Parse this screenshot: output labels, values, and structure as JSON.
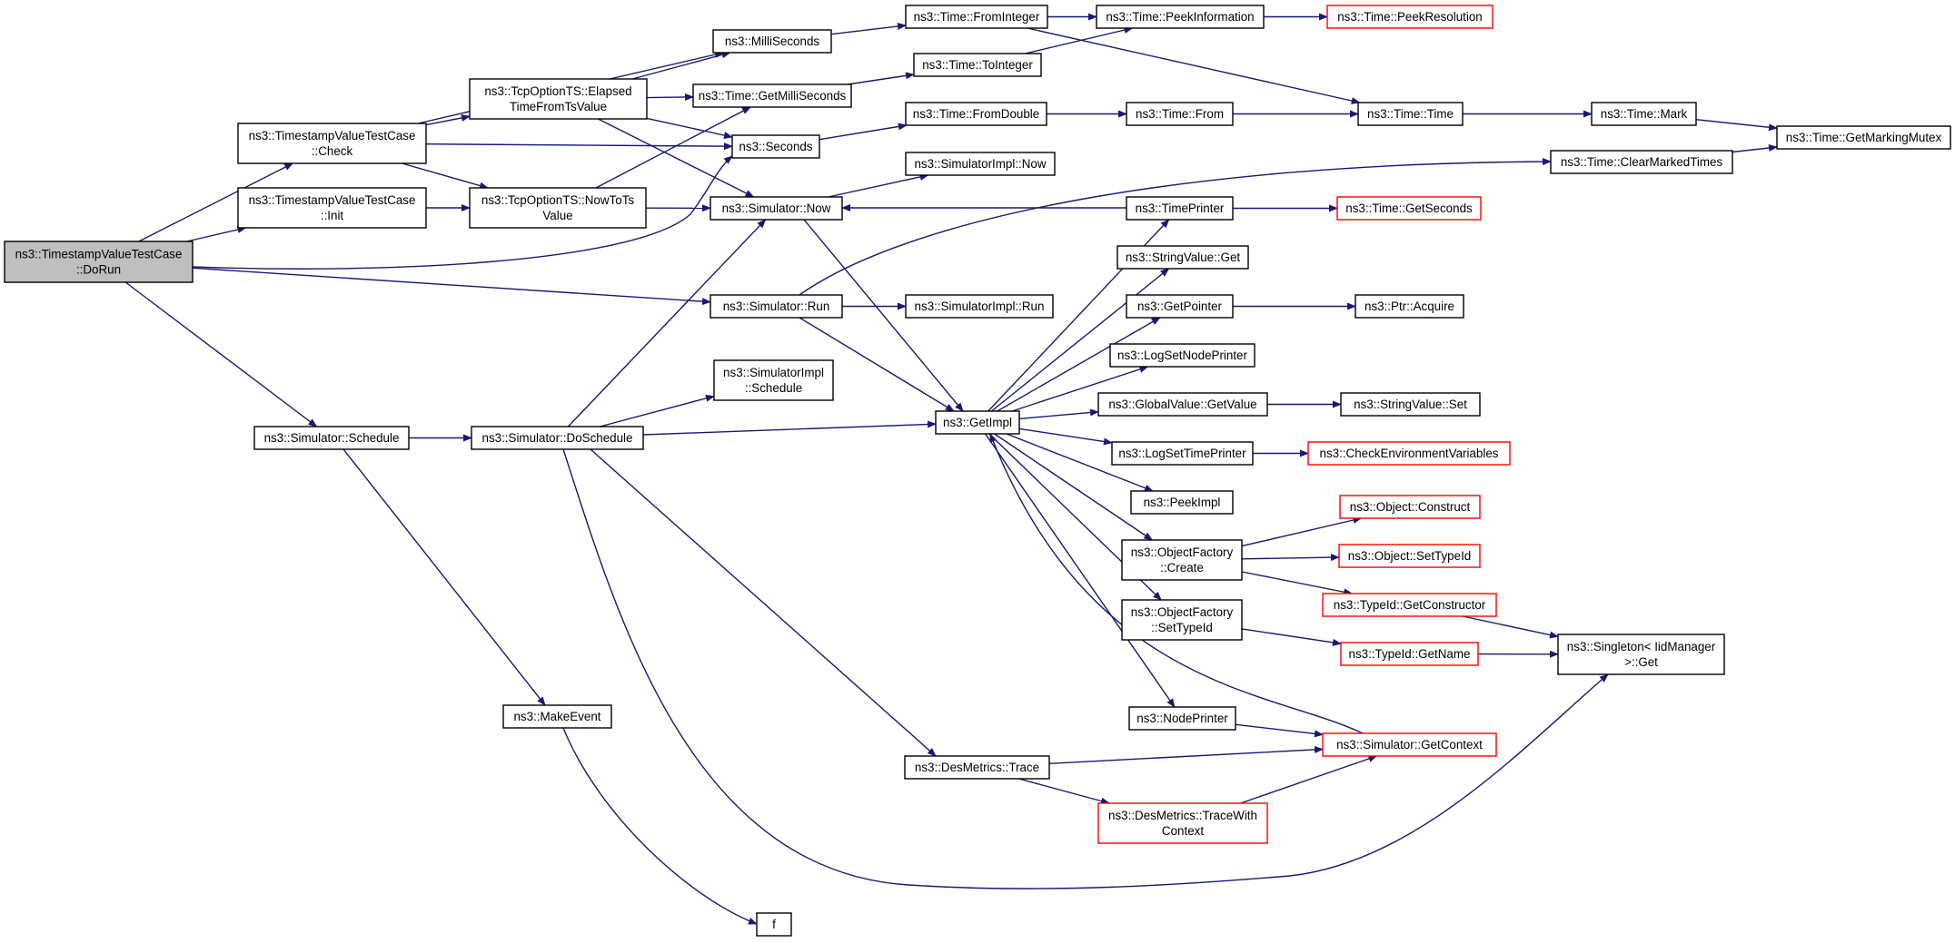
{
  "graph": {
    "colors": {
      "edge": "#191970",
      "root_fill": "#bfbfbf",
      "red_border": "#ff0000"
    },
    "nodes": [
      {
        "id": "dorun",
        "lines": [
          "ns3::TimestampValueTestCase",
          "::DoRun"
        ],
        "kind": "root"
      },
      {
        "id": "check",
        "lines": [
          "ns3::TimestampValueTestCase",
          "::Check"
        ]
      },
      {
        "id": "init",
        "lines": [
          "ns3::TimestampValueTestCase",
          "::Init"
        ]
      },
      {
        "id": "schedule",
        "lines": [
          "ns3::Simulator::Schedule"
        ]
      },
      {
        "id": "elapsed",
        "lines": [
          "ns3::TcpOptionTS::Elapsed",
          "TimeFromTsValue"
        ]
      },
      {
        "id": "nowtots",
        "lines": [
          "ns3::TcpOptionTS::NowToTs",
          "Value"
        ]
      },
      {
        "id": "doschedule",
        "lines": [
          "ns3::Simulator::DoSchedule"
        ]
      },
      {
        "id": "makeevent",
        "lines": [
          "ns3::MakeEvent"
        ]
      },
      {
        "id": "milliseconds",
        "lines": [
          "ns3::MilliSeconds"
        ]
      },
      {
        "id": "getmilliseconds",
        "lines": [
          "ns3::Time::GetMilliSeconds"
        ]
      },
      {
        "id": "seconds",
        "lines": [
          "ns3::Seconds"
        ]
      },
      {
        "id": "simnow",
        "lines": [
          "ns3::Simulator::Now"
        ]
      },
      {
        "id": "simrun",
        "lines": [
          "ns3::Simulator::Run"
        ]
      },
      {
        "id": "implschedule",
        "lines": [
          "ns3::SimulatorImpl",
          "::Schedule"
        ]
      },
      {
        "id": "fromint",
        "lines": [
          "ns3::Time::FromInteger"
        ]
      },
      {
        "id": "toint",
        "lines": [
          "ns3::Time::ToInteger"
        ]
      },
      {
        "id": "fromdouble",
        "lines": [
          "ns3::Time::FromDouble"
        ]
      },
      {
        "id": "implnow",
        "lines": [
          "ns3::SimulatorImpl::Now"
        ]
      },
      {
        "id": "implrun",
        "lines": [
          "ns3::SimulatorImpl::Run"
        ]
      },
      {
        "id": "getimpl",
        "lines": [
          "ns3::GetImpl"
        ]
      },
      {
        "id": "destrace",
        "lines": [
          "ns3::DesMetrics::Trace"
        ]
      },
      {
        "id": "f",
        "lines": [
          "f"
        ]
      },
      {
        "id": "peekinfo",
        "lines": [
          "ns3::Time::PeekInformation"
        ]
      },
      {
        "id": "timefrom",
        "lines": [
          "ns3::Time::From"
        ]
      },
      {
        "id": "timeprinter",
        "lines": [
          "ns3::TimePrinter"
        ]
      },
      {
        "id": "strget",
        "lines": [
          "ns3::StringValue::Get"
        ]
      },
      {
        "id": "getpointer",
        "lines": [
          "ns3::GetPointer"
        ]
      },
      {
        "id": "lognodeprinter",
        "lines": [
          "ns3::LogSetNodePrinter"
        ]
      },
      {
        "id": "gvgetvalue",
        "lines": [
          "ns3::GlobalValue::GetValue"
        ]
      },
      {
        "id": "logtimeprinter",
        "lines": [
          "ns3::LogSetTimePrinter"
        ]
      },
      {
        "id": "peekimpl",
        "lines": [
          "ns3::PeekImpl"
        ]
      },
      {
        "id": "ofcreate",
        "lines": [
          "ns3::ObjectFactory",
          "::Create"
        ]
      },
      {
        "id": "ofsettypeid",
        "lines": [
          "ns3::ObjectFactory",
          "::SetTypeId"
        ]
      },
      {
        "id": "nodeprinter",
        "lines": [
          "ns3::NodePrinter"
        ]
      },
      {
        "id": "tracewithctx",
        "lines": [
          "ns3::DesMetrics::TraceWith",
          "Context"
        ],
        "kind": "red"
      },
      {
        "id": "peekres",
        "lines": [
          "ns3::Time::PeekResolution"
        ],
        "kind": "red"
      },
      {
        "id": "timetime",
        "lines": [
          "ns3::Time::Time"
        ]
      },
      {
        "id": "clearmarked",
        "lines": [
          "ns3::Time::ClearMarkedTimes"
        ]
      },
      {
        "id": "getseconds",
        "lines": [
          "ns3::Time::GetSeconds"
        ],
        "kind": "red"
      },
      {
        "id": "ptracquire",
        "lines": [
          "ns3::Ptr::Acquire"
        ]
      },
      {
        "id": "strset",
        "lines": [
          "ns3::StringValue::Set"
        ]
      },
      {
        "id": "checkenv",
        "lines": [
          "ns3::CheckEnvironmentVariables"
        ],
        "kind": "red"
      },
      {
        "id": "objconstruct",
        "lines": [
          "ns3::Object::Construct"
        ],
        "kind": "red"
      },
      {
        "id": "objsettypeid",
        "lines": [
          "ns3::Object::SetTypeId"
        ],
        "kind": "red"
      },
      {
        "id": "getconstructor",
        "lines": [
          "ns3::TypeId::GetConstructor"
        ],
        "kind": "red"
      },
      {
        "id": "getname",
        "lines": [
          "ns3::TypeId::GetName"
        ],
        "kind": "red"
      },
      {
        "id": "getcontext",
        "lines": [
          "ns3::Simulator::GetContext"
        ],
        "kind": "red"
      },
      {
        "id": "timemark",
        "lines": [
          "ns3::Time::Mark"
        ]
      },
      {
        "id": "singletonget",
        "lines": [
          "ns3::Singleton< IidManager",
          ">::Get"
        ]
      },
      {
        "id": "markingmutex",
        "lines": [
          "ns3::Time::GetMarkingMutex"
        ]
      }
    ],
    "edges": [
      [
        "dorun",
        "check"
      ],
      [
        "dorun",
        "init"
      ],
      [
        "dorun",
        "schedule"
      ],
      [
        "dorun",
        "seconds"
      ],
      [
        "dorun",
        "simrun"
      ],
      [
        "check",
        "milliseconds"
      ],
      [
        "check",
        "elapsed"
      ],
      [
        "check",
        "nowtots"
      ],
      [
        "check",
        "seconds"
      ],
      [
        "init",
        "nowtots"
      ],
      [
        "schedule",
        "doschedule"
      ],
      [
        "schedule",
        "makeevent"
      ],
      [
        "elapsed",
        "milliseconds"
      ],
      [
        "elapsed",
        "getmilliseconds"
      ],
      [
        "elapsed",
        "seconds"
      ],
      [
        "elapsed",
        "simnow"
      ],
      [
        "nowtots",
        "getmilliseconds"
      ],
      [
        "nowtots",
        "simnow"
      ],
      [
        "doschedule",
        "simnow"
      ],
      [
        "doschedule",
        "implschedule"
      ],
      [
        "doschedule",
        "getimpl"
      ],
      [
        "doschedule",
        "destrace"
      ],
      [
        "doschedule",
        "singletonget"
      ],
      [
        "makeevent",
        "f"
      ],
      [
        "milliseconds",
        "fromint"
      ],
      [
        "getmilliseconds",
        "toint"
      ],
      [
        "seconds",
        "fromdouble"
      ],
      [
        "simnow",
        "implnow"
      ],
      [
        "simnow",
        "getimpl"
      ],
      [
        "simrun",
        "implrun"
      ],
      [
        "simrun",
        "getimpl"
      ],
      [
        "simrun",
        "clearmarked"
      ],
      [
        "fromint",
        "peekinfo"
      ],
      [
        "fromint",
        "timetime"
      ],
      [
        "toint",
        "peekinfo"
      ],
      [
        "fromdouble",
        "timefrom"
      ],
      [
        "getimpl",
        "timeprinter"
      ],
      [
        "getimpl",
        "strget"
      ],
      [
        "getimpl",
        "getpointer"
      ],
      [
        "getimpl",
        "lognodeprinter"
      ],
      [
        "getimpl",
        "gvgetvalue"
      ],
      [
        "getimpl",
        "logtimeprinter"
      ],
      [
        "getimpl",
        "peekimpl"
      ],
      [
        "getimpl",
        "ofcreate"
      ],
      [
        "getimpl",
        "ofsettypeid"
      ],
      [
        "getimpl",
        "nodeprinter"
      ],
      [
        "destrace",
        "tracewithctx"
      ],
      [
        "destrace",
        "getcontext"
      ],
      [
        "peekinfo",
        "peekres"
      ],
      [
        "timefrom",
        "timetime"
      ],
      [
        "timeprinter",
        "simnow"
      ],
      [
        "timeprinter",
        "getseconds"
      ],
      [
        "getpointer",
        "ptracquire"
      ],
      [
        "gvgetvalue",
        "strset"
      ],
      [
        "logtimeprinter",
        "checkenv"
      ],
      [
        "ofcreate",
        "objconstruct"
      ],
      [
        "ofcreate",
        "objsettypeid"
      ],
      [
        "ofcreate",
        "getconstructor"
      ],
      [
        "ofsettypeid",
        "getname"
      ],
      [
        "nodeprinter",
        "getcontext"
      ],
      [
        "tracewithctx",
        "getcontext"
      ],
      [
        "getcontext",
        "getimpl"
      ],
      [
        "timetime",
        "timemark"
      ],
      [
        "clearmarked",
        "markingmutex"
      ],
      [
        "timemark",
        "markingmutex"
      ],
      [
        "getconstructor",
        "singletonget"
      ],
      [
        "getname",
        "singletonget"
      ]
    ]
  }
}
